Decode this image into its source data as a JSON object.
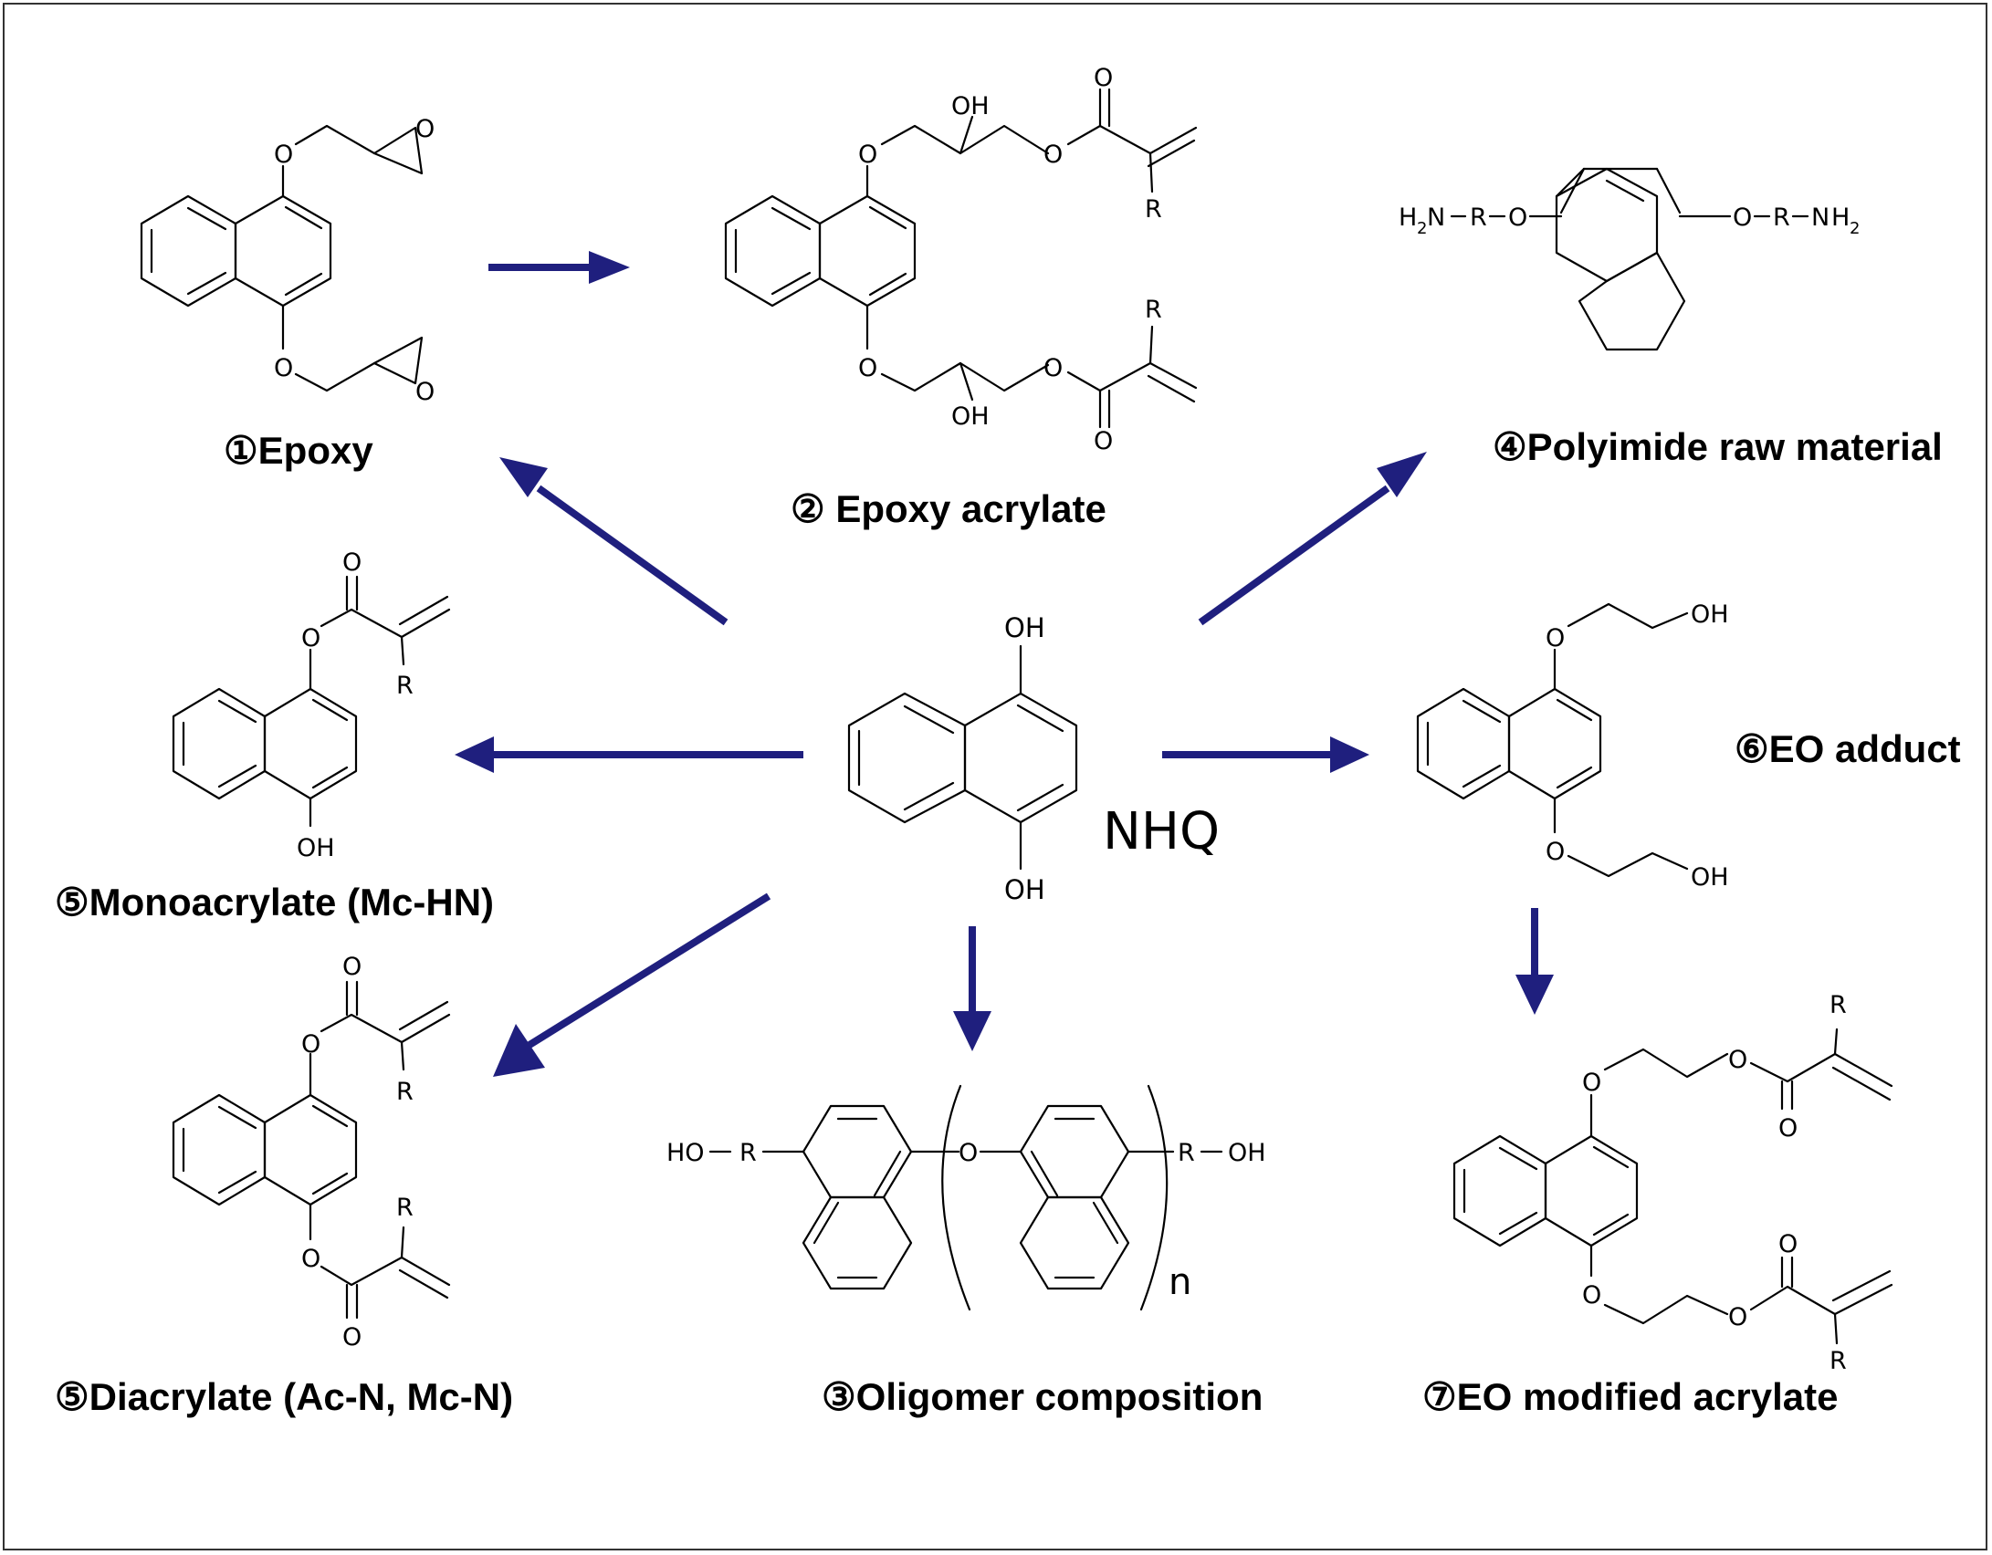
{
  "colors": {
    "arrow": "#1f1f7e",
    "frame": "#333333"
  },
  "center": {
    "name": "NHQ",
    "oh_top": "OH",
    "oh_bottom": "OH"
  },
  "labels": {
    "epoxy": "①Epoxy",
    "epoxy_acrylate": "② Epoxy acrylate",
    "oligomer": "③Oligomer composition",
    "polyimide": "④Polyimide raw material",
    "monoacrylate": "⑤Monoacrylate (Mc-HN)",
    "diacrylate": "⑤Diacrylate (Ac-N, Mc-N)",
    "eo_adduct": "⑥EO adduct",
    "eo_modified": "⑦EO modified acrylate"
  },
  "atoms": {
    "O": "O",
    "OH": "OH",
    "HO": "HO",
    "R": "R",
    "N": "N",
    "H": "H",
    "two": "2",
    "n": "n"
  }
}
